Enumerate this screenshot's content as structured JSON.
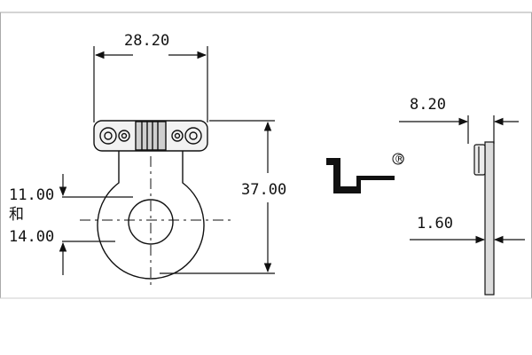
{
  "drawing": {
    "dimensions": {
      "width_top": "28.20",
      "height_total": "37.00",
      "left_upper": "11.00",
      "left_conjunction": "和",
      "left_lower": "14.00",
      "side_top": "8.20",
      "side_thickness": "1.60"
    },
    "logo": {
      "registered_mark": "®"
    },
    "colors": {
      "line": "#111111",
      "part_fill": "#dcdcdc",
      "background": "#ffffff"
    }
  }
}
